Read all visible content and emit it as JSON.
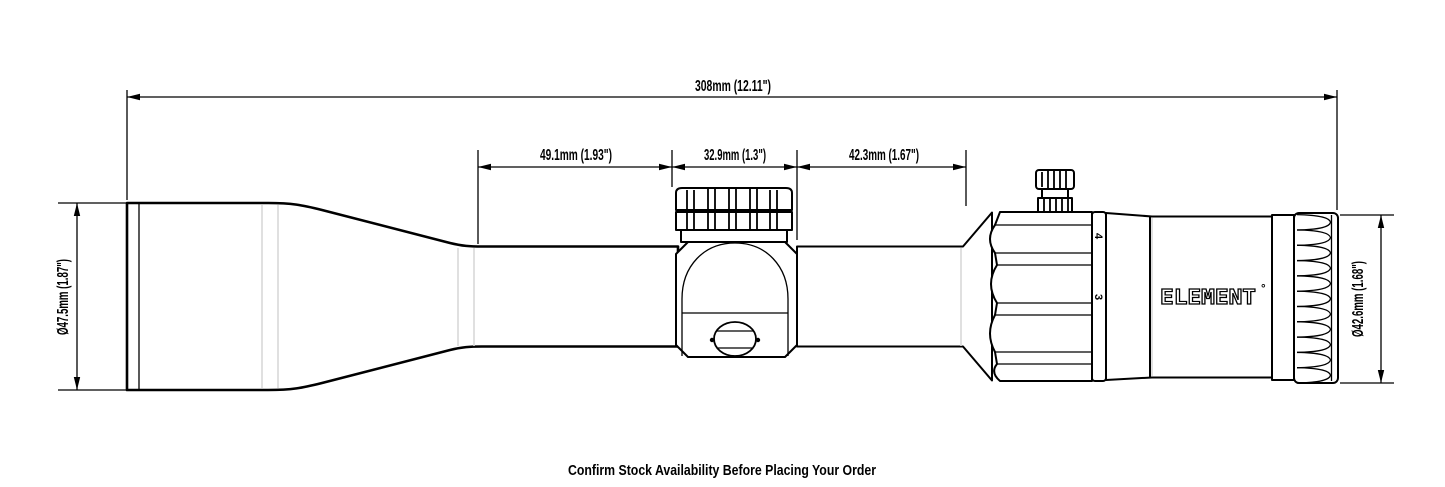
{
  "drawing": {
    "type": "riflescope-technical-drawing",
    "brand": "ELEMENT",
    "brand_mark": "°",
    "zoom_ring_marks": [
      "4",
      "3"
    ]
  },
  "dimensions": {
    "overall_length": "308mm (12.11\")",
    "objective_section": "49.1mm (1.93\")",
    "turret_section": "32.9mm (1.3\")",
    "rear_section": "42.3mm (1.67\")",
    "objective_diameter": "Ø47.5mm (1.87\")",
    "ocular_diameter": "Ø42.6mm (1.68\")"
  },
  "footer": {
    "note": "Confirm Stock Availability Before Placing Your Order"
  },
  "colors": {
    "line": "#000000",
    "background": "#ffffff",
    "accent_gray": "#d8d8d8"
  }
}
